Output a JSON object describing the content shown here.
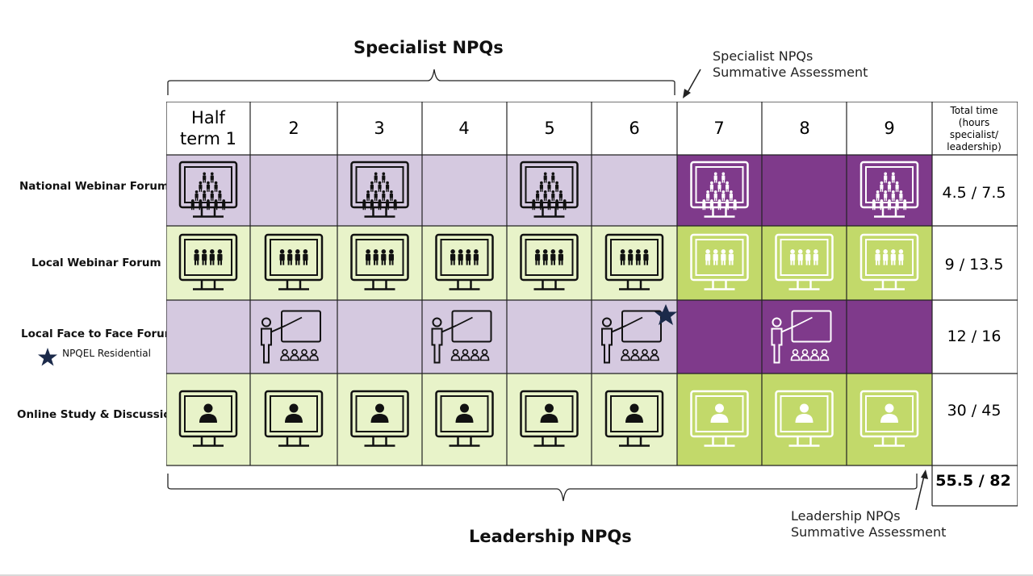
{
  "titles": {
    "specialist": "Specialist NPQs",
    "leadership": "Leadership NPQs",
    "specialist_assessment_line1": "Specialist NPQs",
    "specialist_assessment_line2": "Summative Assessment",
    "leadership_assessment_line1": "Leadership NPQs",
    "leadership_assessment_line2": "Summative Assessment"
  },
  "columns": {
    "half_term_line1": "Half",
    "half_term_line2": "term 1",
    "numbers": [
      "2",
      "3",
      "4",
      "5",
      "6",
      "7",
      "8",
      "9"
    ],
    "total_header": [
      "Total time",
      "(hours",
      "specialist/",
      "leadership)"
    ]
  },
  "rows": [
    {
      "label": "National Webinar Forum",
      "total": "4.5 / 7.5"
    },
    {
      "label": "Local Webinar Forum",
      "total": "9 / 13.5"
    },
    {
      "label": "Local Face to Face  Forum",
      "total": "12 / 16"
    },
    {
      "label": "Online Study & Discussion",
      "total": "30 / 45"
    }
  ],
  "legend": {
    "residential_label": "NPQEL Residential"
  },
  "grand_total": "55.5 / 82",
  "colors": {
    "light_purple": "#d5c9e0",
    "dark_purple": "#7f3a8b",
    "light_green": "#e8f3c9",
    "dark_green": "#c2d96a",
    "star": "#1b2a4a"
  },
  "icons": {
    "national_webinar": "monitor-crowd-icon",
    "local_webinar": "monitor-group-icon",
    "face_to_face": "presenter-board-icon",
    "online_study": "monitor-user-headset-icon",
    "residential": "star-icon"
  },
  "schedule": {
    "national_webinar": [
      1,
      0,
      1,
      0,
      1,
      0,
      1,
      0,
      1
    ],
    "local_webinar": [
      1,
      1,
      1,
      1,
      1,
      1,
      1,
      1,
      1
    ],
    "face_to_face": [
      0,
      1,
      0,
      1,
      0,
      1,
      0,
      1,
      0
    ],
    "online_study": [
      1,
      1,
      1,
      1,
      1,
      1,
      1,
      1,
      1
    ],
    "residential_after_term": 6
  }
}
